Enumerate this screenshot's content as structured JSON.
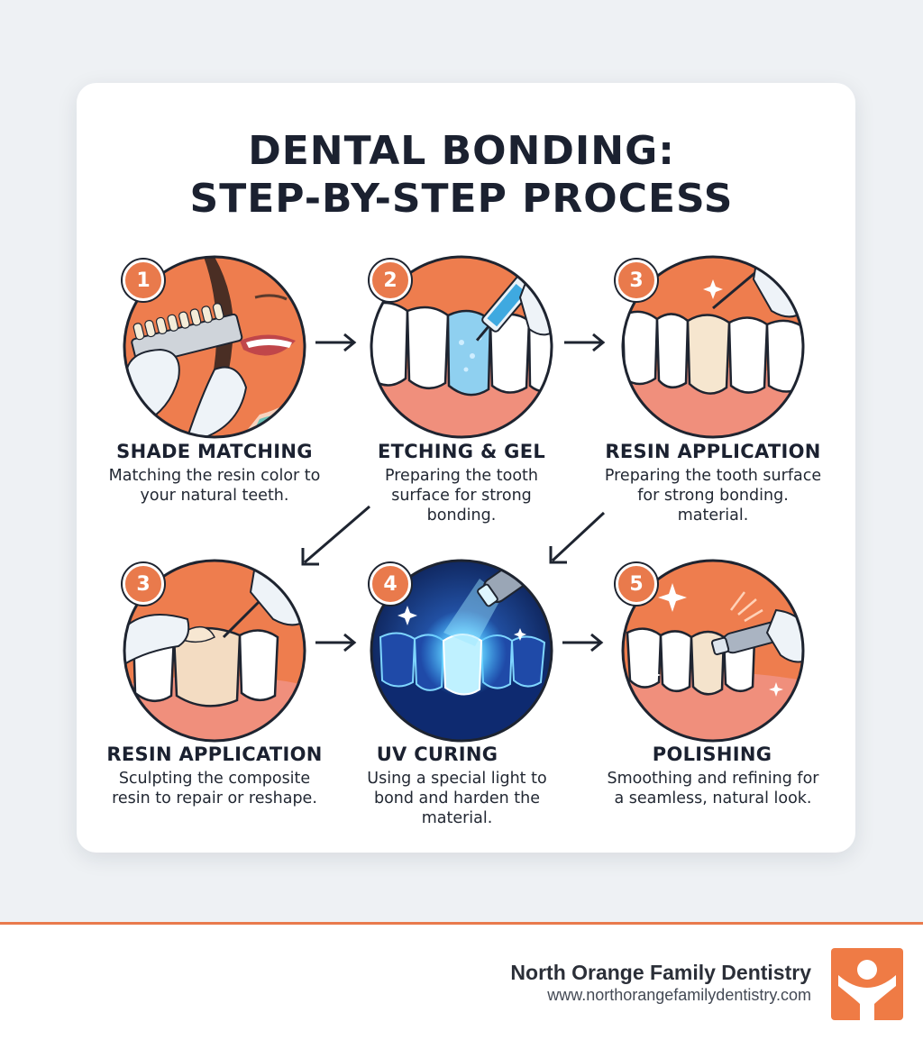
{
  "title": {
    "line1": "DENTAL BONDING:",
    "line2": "STEP-BY-STEP PROCESS"
  },
  "steps": [
    {
      "number": "1",
      "title": "SHADE MATCHING",
      "description": "Matching the resin color to your natural teeth.",
      "icon": "shade-guide-icon"
    },
    {
      "number": "2",
      "title": "ETCHING & GEL",
      "description": "Preparing the tooth surface for strong bonding.",
      "icon": "etching-syringe-icon"
    },
    {
      "number": "3",
      "title": "RESIN APPLICATION",
      "description": "Preparing the tooth surface for strong bonding. material.",
      "icon": "resin-tooth-icon"
    },
    {
      "number": "3",
      "title": "RESIN APPLICATION",
      "description": "Sculpting the composite resin to repair or reshape.",
      "icon": "sculpting-tool-icon"
    },
    {
      "number": "4",
      "title": "UV CURING",
      "description": "Using a special light to bond and harden the material.",
      "icon": "uv-light-icon"
    },
    {
      "number": "5",
      "title": "POLISHING",
      "description": "Smoothing and refining for a seamless, natural look.",
      "icon": "polishing-drill-icon"
    }
  ],
  "footer": {
    "brand_name": "North Orange Family Dentistry",
    "url": "www.northorangefamilydentistry.com",
    "logo_icon": "person-logo-icon"
  },
  "colors": {
    "accent": "#e97a4c",
    "dark_text": "#1b2130",
    "uv_glow": "#3fb8ff",
    "gum": "#f2a08e"
  }
}
